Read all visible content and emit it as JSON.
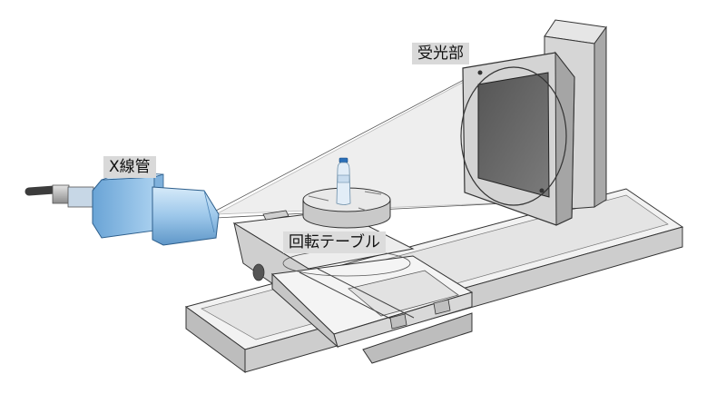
{
  "labels": {
    "detector": "受光部",
    "xray_tube": "X線管",
    "rotary_table": "回転テーブル"
  },
  "colors": {
    "tube_blue": "#9cc7ea",
    "tube_blue_dark": "#5f97c8",
    "metal_light": "#ececec",
    "metal_mid": "#cfcfcf",
    "metal_dark": "#8a8a8a",
    "detector_screen": "#6f6f6f",
    "callout_bg": "#d9d9d9"
  }
}
